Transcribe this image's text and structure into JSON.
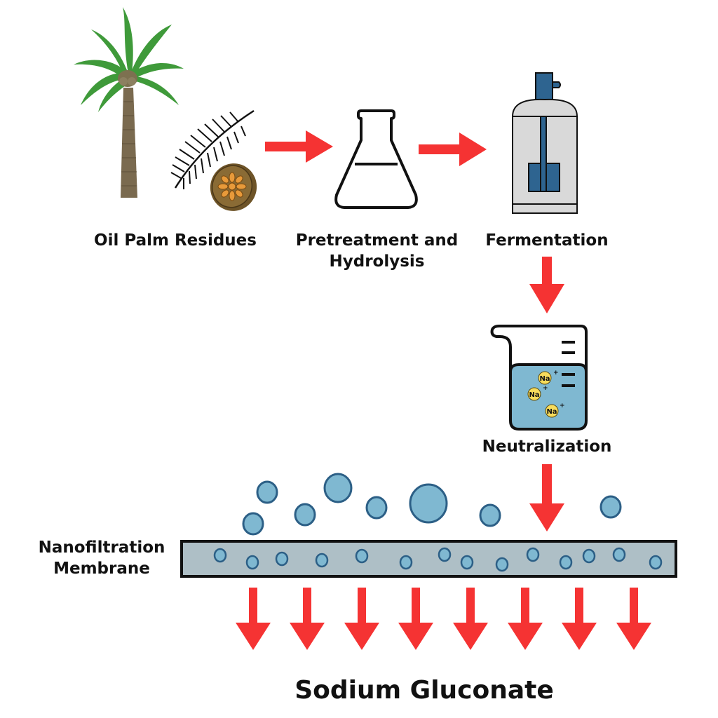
{
  "diagram": {
    "title": "Sodium gluconate production from oil palm residues",
    "steps": [
      {
        "id": "oil-palm-residues",
        "label": "Oil Palm Residues",
        "icon": "palm-tree-frond-fruit-icon"
      },
      {
        "id": "pretreatment",
        "label_line1": "Pretreatment and",
        "label_line2": "Hydrolysis",
        "icon": "erlenmeyer-flask-icon"
      },
      {
        "id": "fermentation",
        "label": "Fermentation",
        "icon": "bioreactor-icon"
      },
      {
        "id": "neutralization",
        "label": "Neutralization",
        "icon": "beaker-icon"
      },
      {
        "id": "nanofiltration",
        "label_line1": "Nanofiltration",
        "label_line2": "Membrane",
        "icon": "membrane-icon"
      }
    ],
    "ion_label": "Na",
    "ion_charge": "+",
    "ion_count": 3,
    "product": "Sodium Gluconate",
    "output_arrow_count": 8,
    "colors": {
      "arrow": "#f53333",
      "liquid": "#7fb8d1",
      "particle_stroke": "#2c5f86",
      "membrane": "#aebfc6",
      "reactor_body": "#d9d9d9",
      "reactor_accent": "#2e6490",
      "ion": "#f7dc5c",
      "palm_leaf": "#3f9a3a",
      "palm_trunk": "#7a6a4f",
      "fruit_shell": "#8a6b35",
      "fruit_seed": "#e89a3a"
    }
  }
}
